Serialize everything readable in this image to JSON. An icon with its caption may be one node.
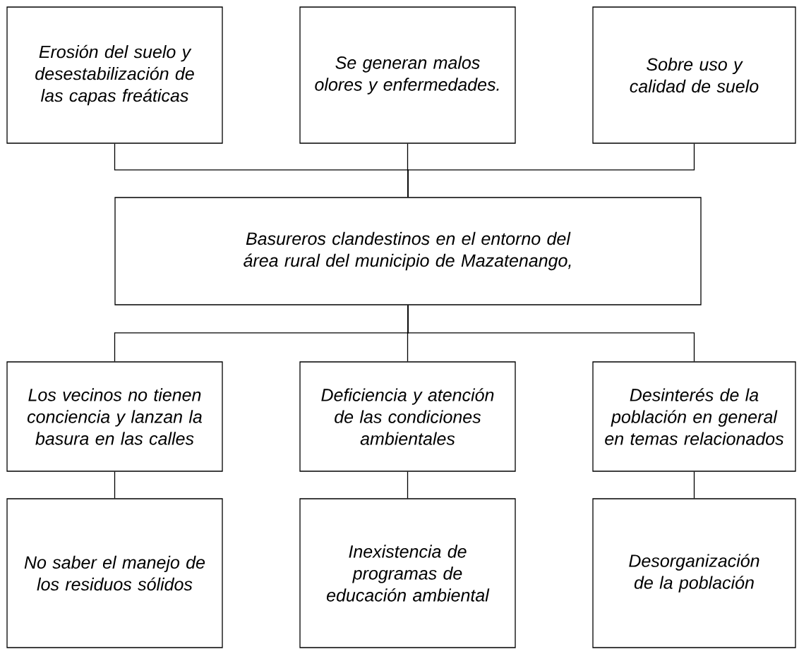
{
  "diagram": {
    "nodes": [
      {
        "text": [
          "Erosión del suelo y desestabilización de las capas freáticas"
        ]
      },
      {
        "text": [
          "Se generan malos olores y enfermedades."
        ]
      },
      {
        "text": [
          "Sobre uso y calidad de suelo"
        ]
      },
      {
        "text": [
          "Basureros clandestinos en el entorno del área rural del municipio de Mazatenango,"
        ]
      },
      {
        "text": [
          "Los vecinos no tienen conciencia y lanzan la basura en las calles"
        ]
      },
      {
        "text": [
          "Deficiencia y atención de las condiciones ambientales"
        ]
      },
      {
        "text": [
          "Desinterés de la población en general en temas relacionados"
        ]
      },
      {
        "text": [
          "No saber el manejo de los residuos sólidos"
        ]
      },
      {
        "text": [
          "Inexistencia de programas de educación ambiental"
        ]
      },
      {
        "text": [
          "Desorganización de la población"
        ]
      }
    ],
    "edges": [
      {
        "from": 0,
        "to": 3,
        "arrow": "none"
      },
      {
        "from": 1,
        "to": 3,
        "arrow": "none"
      },
      {
        "from": 2,
        "to": 3,
        "arrow": "none"
      },
      {
        "from": 3,
        "to": 4,
        "arrow": "none"
      },
      {
        "from": 3,
        "to": 5,
        "arrow": "none"
      },
      {
        "from": 3,
        "to": 6,
        "arrow": "none"
      },
      {
        "from": 4,
        "to": 7,
        "arrow": "none"
      },
      {
        "from": 5,
        "to": 8,
        "arrow": "none"
      },
      {
        "from": 6,
        "to": 9,
        "arrow": "none"
      }
    ]
  }
}
